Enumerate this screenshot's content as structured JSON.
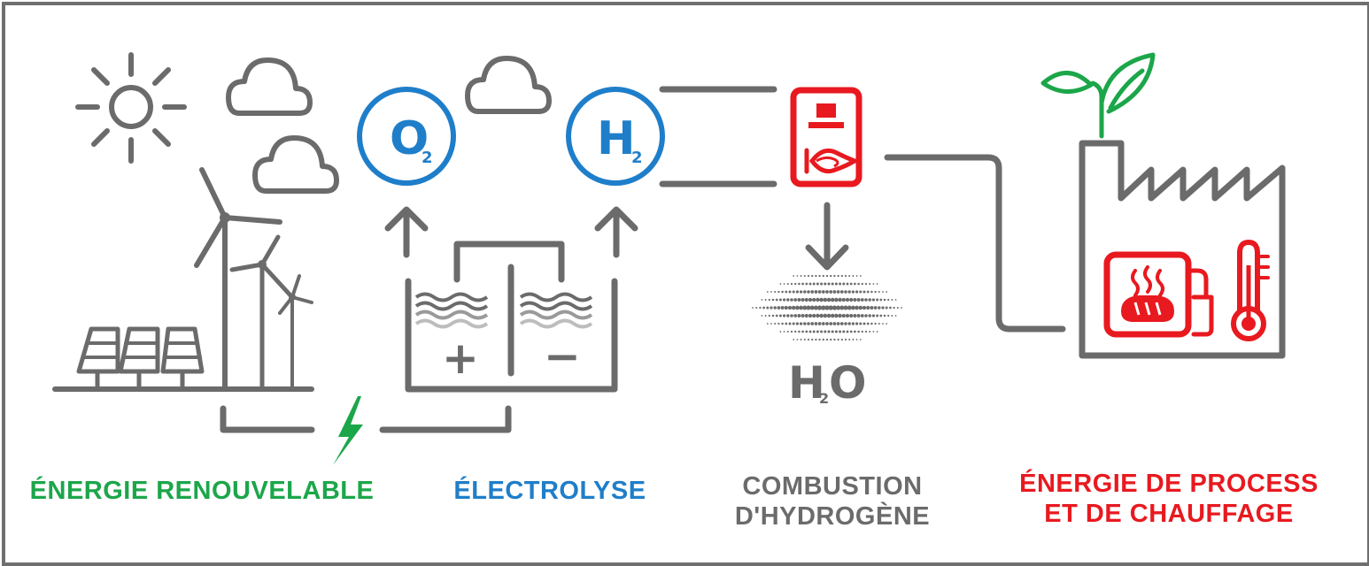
{
  "colors": {
    "frame": "#6f6f6f",
    "gray": "#6b6b6b",
    "renewable_green": "#1ca64a",
    "electrolysis_blue": "#1f7ec9",
    "combustion_gray": "#6b6b6b",
    "process_red": "#e8191f"
  },
  "icons": {
    "o2_symbol": {
      "main": "O",
      "sub": "2"
    },
    "h2_symbol": {
      "main": "H",
      "sub": "2"
    },
    "h2o_symbol": {
      "main1": "H",
      "sub": "2",
      "main2": "O"
    },
    "plus": "+",
    "minus": "−"
  },
  "labels": {
    "renewable": "ÉNERGIE RENOUVELABLE",
    "electrolysis": "ÉLECTROLYSE",
    "combustion_line1": "COMBUSTION",
    "combustion_line2": "D'HYDROGÈNE",
    "process_line1": "ÉNERGIE DE PROCESS",
    "process_line2": "ET DE CHAUFFAGE"
  }
}
